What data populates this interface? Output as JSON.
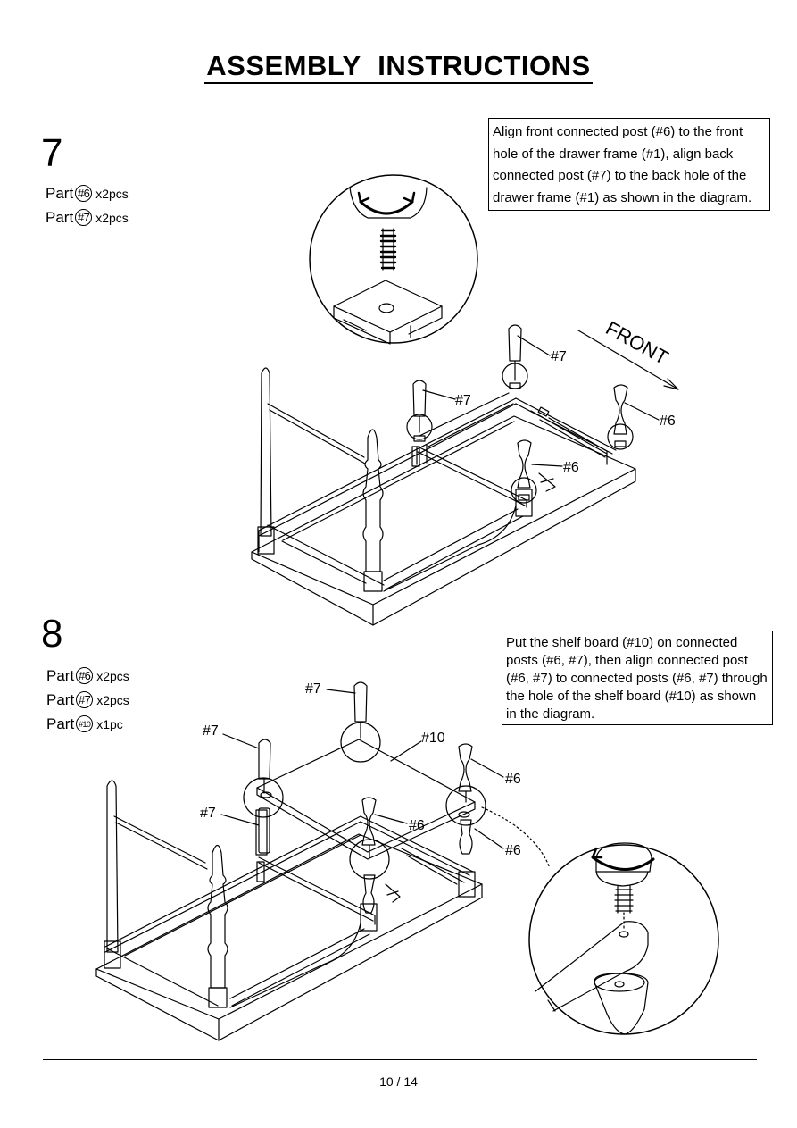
{
  "title": "ASSEMBLY  INSTRUCTIONS",
  "page_number": "10 / 14",
  "step7": {
    "number": "7",
    "parts": [
      {
        "prefix": "Part",
        "id": "#6",
        "qty": "x2pcs"
      },
      {
        "prefix": "Part",
        "id": "#7",
        "qty": "x2pcs"
      }
    ],
    "instruction": "Align front connected post (#6) to the front hole of the drawer frame (#1), align back connected post (#7) to the back hole of the drawer frame (#1) as shown in the diagram.",
    "callouts": {
      "post7_back": "#7",
      "post7_front": "#7",
      "post6_right": "#6",
      "post6_mid": "#6",
      "front": "FRONT"
    }
  },
  "step8": {
    "number": "8",
    "parts": [
      {
        "prefix": "Part",
        "id": "#6",
        "qty": "x2pcs"
      },
      {
        "prefix": "Part",
        "id": "#7",
        "qty": "x2pcs"
      },
      {
        "prefix": "Part",
        "id": "#10",
        "qty": "x1pc"
      }
    ],
    "instruction": "Put the shelf board (#10) on connected posts (#6, #7), then align connected post (#6, #7) to connected posts (#6, #7) through the hole of the shelf board (#10) as shown in the diagram.",
    "callouts": {
      "top7": "#7",
      "left7_upper": "#7",
      "left7_lower": "#7",
      "shelf10": "#10",
      "right6_upper": "#6",
      "mid6": "#6",
      "right6_lower": "#6"
    }
  }
}
